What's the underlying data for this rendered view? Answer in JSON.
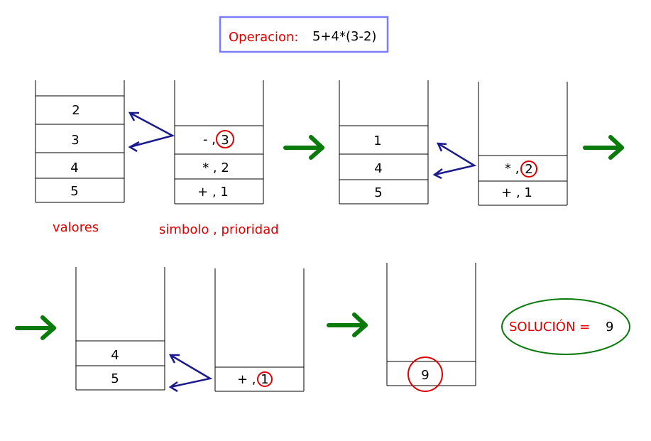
{
  "title": {
    "label": "Operacion:",
    "expression": "5+4*(3-2)"
  },
  "labels": {
    "values": "valores",
    "symbols": "simbolo , prioridad"
  },
  "step1": {
    "values_stack": [
      "2",
      "3",
      "4",
      "5"
    ],
    "ops_stack": [
      {
        "symbol": "- ,",
        "priority": "3"
      },
      {
        "symbol": "* , 2",
        "priority": ""
      },
      {
        "symbol": "+ , 1",
        "priority": ""
      }
    ]
  },
  "step2": {
    "values_stack": [
      "1",
      "4",
      "5"
    ],
    "ops_stack": [
      {
        "symbol": "* ,",
        "priority": "2"
      },
      {
        "symbol": "+ , 1",
        "priority": ""
      }
    ]
  },
  "step3": {
    "values_stack": [
      "4",
      "5"
    ],
    "ops_stack": [
      {
        "symbol": "+ ,",
        "priority": "1"
      }
    ]
  },
  "step4": {
    "values_stack": [
      "9"
    ]
  },
  "solution": {
    "label": "SOLUCIÓN =",
    "value": "9"
  },
  "colors": {
    "red": "#e00000",
    "green": "#0a7a0a",
    "navy": "#1a1a8c",
    "title_border": "#7b7bff"
  }
}
